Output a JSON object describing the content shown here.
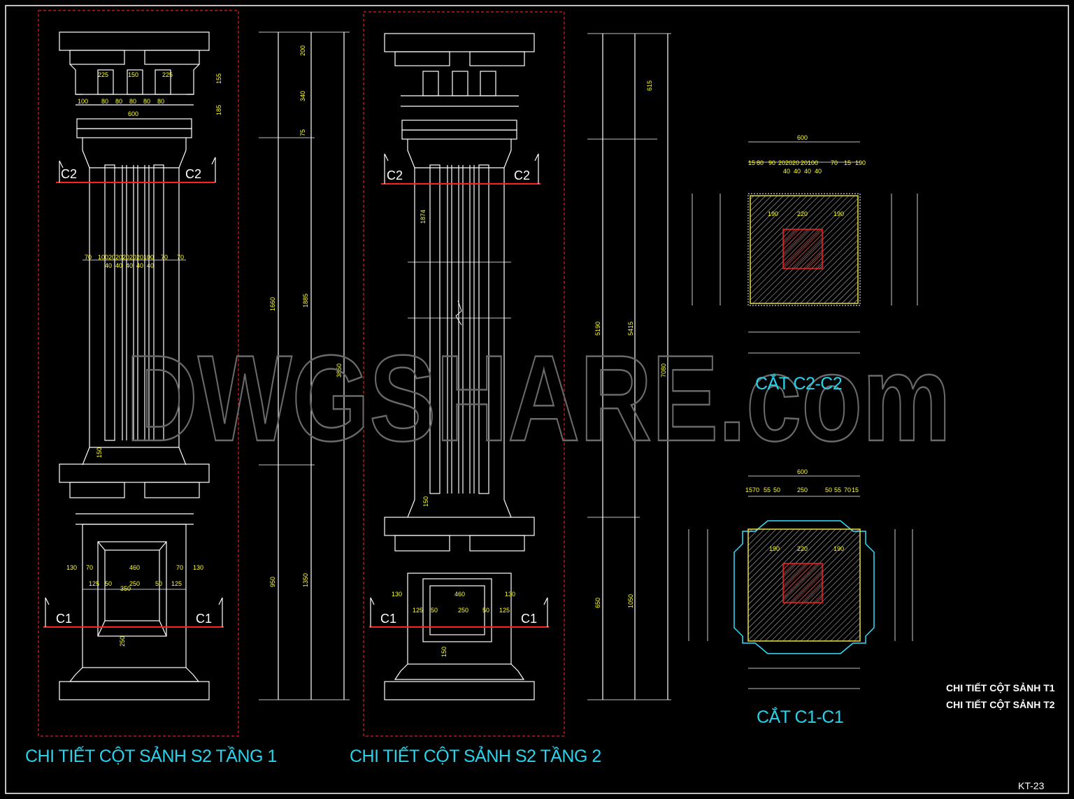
{
  "titles": {
    "floor1": "CHI TIẾT CỘT SẢNH S2 TẦNG 1",
    "floor2": "CHI TIẾT CỘT SẢNH S2 TẦNG 2"
  },
  "sections": {
    "c2": "CẮT C2-C2",
    "c1": "CẮT C1-C1"
  },
  "section_marks": {
    "c2": "C2",
    "c1": "C1"
  },
  "legend": [
    "CHI TIẾT CỘT SẢNH T1",
    "CHI TIẾT CỘT SẢNH T2"
  ],
  "sheet_number": "KT-23",
  "watermark": "DWGSHARE.com",
  "dimensions": {
    "col1_overall": [
      "3850",
      "1885",
      "1660",
      "1350",
      "950"
    ],
    "col1_right": [
      "200",
      "340",
      "75",
      "155",
      "185"
    ],
    "col1_capital": [
      "225",
      "150",
      "225",
      "600",
      "100",
      "80",
      "80",
      "80",
      "80",
      "80"
    ],
    "col1_shaft": [
      "70",
      "100",
      "20",
      "20",
      "20",
      "20",
      "20",
      "100",
      "70",
      "40",
      "40",
      "40",
      "40",
      "40"
    ],
    "col1_pedestal": [
      "130",
      "70",
      "460",
      "70",
      "130",
      "125",
      "50",
      "350",
      "250",
      "50",
      "125",
      "250",
      "150"
    ],
    "col2_overall": [
      "7080",
      "5415",
      "5190",
      "1050",
      "650",
      "615"
    ],
    "col2_shaft": [
      "1874",
      "150"
    ],
    "col2_pedestal": [
      "130",
      "460",
      "130",
      "125",
      "50",
      "250",
      "50",
      "125",
      "150"
    ],
    "c2_section": [
      "600",
      "15",
      "80",
      "90",
      "20",
      "20",
      "20",
      "20",
      "100",
      "70",
      "15",
      "190",
      "220",
      "190",
      "40",
      "40",
      "40",
      "40"
    ],
    "c1_section": [
      "600",
      "15",
      "70",
      "55",
      "50",
      "250",
      "50",
      "55",
      "70",
      "15",
      "190",
      "220",
      "190"
    ]
  },
  "colors": {
    "background": "#000000",
    "outline": "#ffffff",
    "dimension_text": "#ffff33",
    "title": "#27d3ec",
    "section_line": "#ff2020",
    "frame": "#e02020",
    "accent_yellow": "#e8e040",
    "accent_cyan": "#30e0ff"
  }
}
